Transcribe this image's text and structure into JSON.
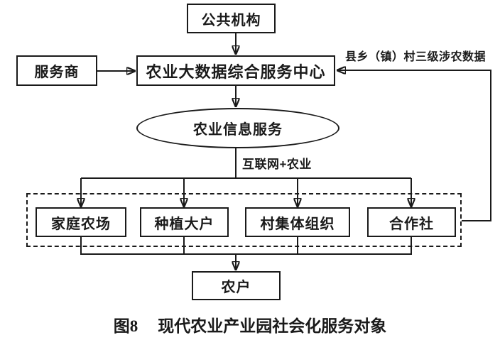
{
  "nodes": {
    "public_institution": "公共机构",
    "service_provider": "服务商",
    "big_data_center": "农业大数据综合服务中心",
    "info_service": "农业信息服务",
    "family_farm": "家庭农场",
    "large_grower": "种植大户",
    "village_collective": "村集体组织",
    "cooperative": "合作社",
    "farmer": "农户"
  },
  "edge_labels": {
    "county_township_village_data": "县乡（镇）村三级涉农数据",
    "internet_plus_agriculture": "互联网+农业"
  },
  "edges": [
    {
      "from": "public_institution",
      "to": "big_data_center",
      "arrow": true
    },
    {
      "from": "service_provider",
      "to": "big_data_center",
      "arrow": true
    },
    {
      "from": "service_target_group",
      "to": "big_data_center",
      "arrow": true,
      "label": "县乡（镇）村三级涉农数据"
    },
    {
      "from": "big_data_center",
      "to": "info_service",
      "arrow": true
    },
    {
      "from": "info_service",
      "to": "family_farm",
      "arrow": true,
      "label": "互联网+农业"
    },
    {
      "from": "info_service",
      "to": "large_grower",
      "arrow": true
    },
    {
      "from": "info_service",
      "to": "village_collective",
      "arrow": true
    },
    {
      "from": "info_service",
      "to": "cooperative",
      "arrow": true
    },
    {
      "from": "service_target_group",
      "to": "farmer",
      "arrow": true
    }
  ],
  "caption": {
    "figure_no": "图8",
    "title": "现代农业产业园社会化服务对象"
  },
  "colors": {
    "line": "#1a1a1a",
    "background": "#ffffff"
  }
}
